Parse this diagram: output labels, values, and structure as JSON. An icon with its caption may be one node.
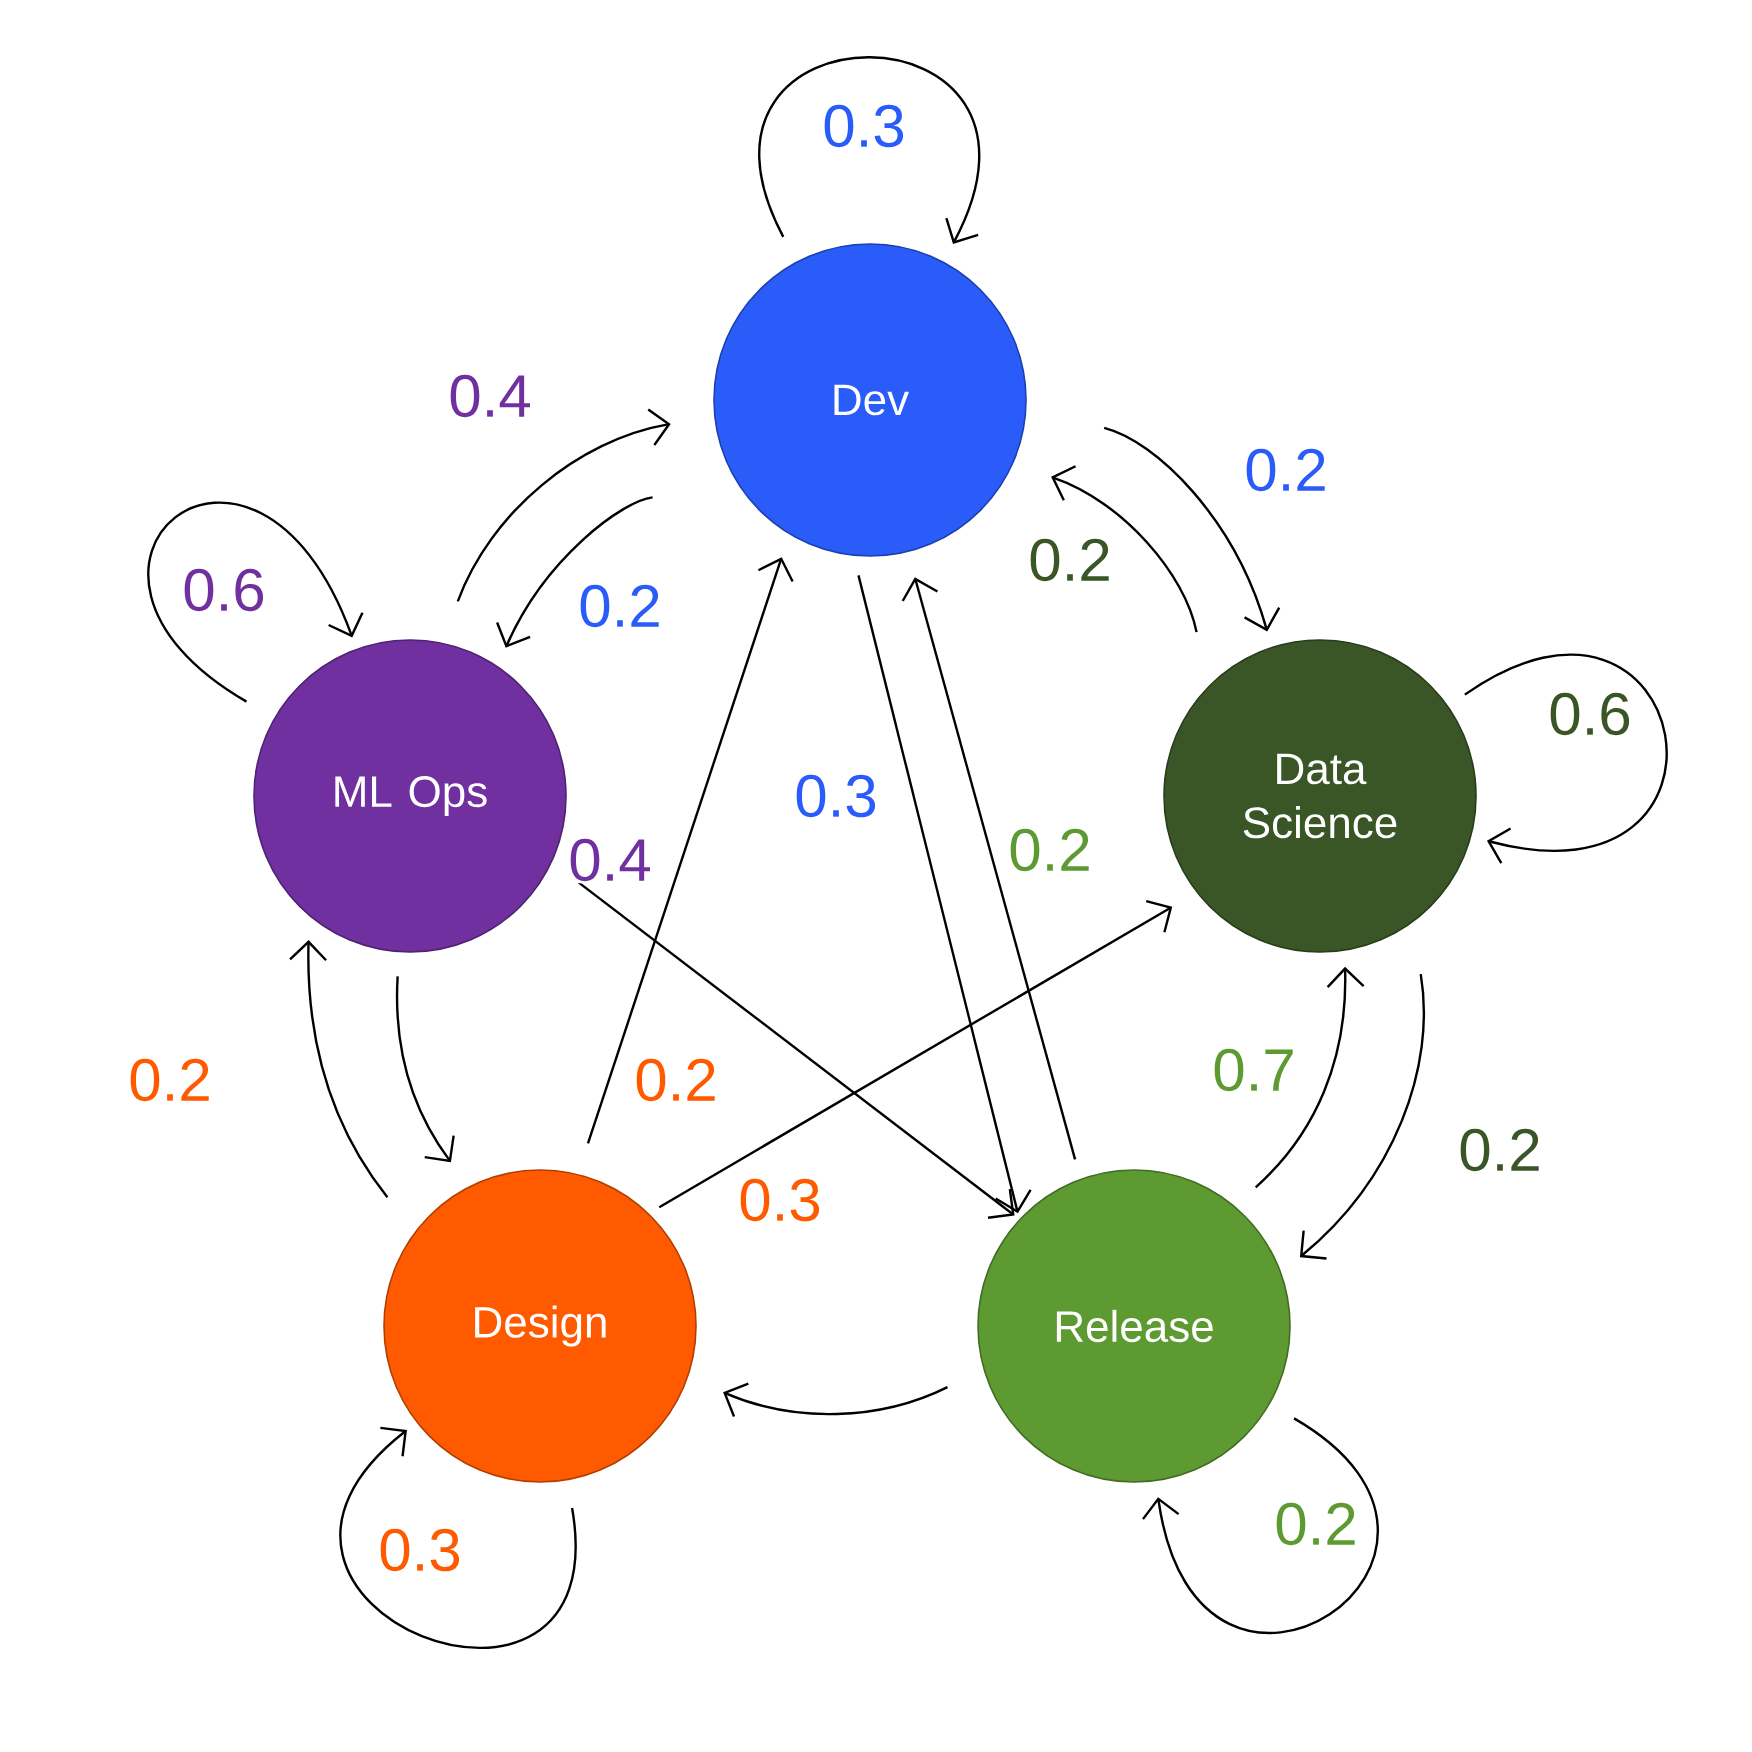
{
  "diagram": {
    "nodes": [
      {
        "text": [
          "Dev"
        ]
      },
      {
        "text": [
          "Data Science"
        ]
      },
      {
        "text": [
          "Release"
        ]
      },
      {
        "text": [
          "Design"
        ]
      },
      {
        "text": [
          "ML Ops"
        ]
      }
    ],
    "edges": [
      {
        "from": 0,
        "to": 0,
        "arrow": "to",
        "label": "0.3"
      },
      {
        "from": 0,
        "to": 1,
        "arrow": "to",
        "label": "0.2"
      },
      {
        "from": 1,
        "to": 0,
        "arrow": "to",
        "label": "0.2"
      },
      {
        "from": 1,
        "to": 1,
        "arrow": "to",
        "label": "0.6"
      },
      {
        "from": 1,
        "to": 2,
        "arrow": "to",
        "label": "0.2"
      },
      {
        "from": 2,
        "to": 1,
        "arrow": "to",
        "label": "0.7"
      },
      {
        "from": 2,
        "to": 2,
        "arrow": "to",
        "label": "0.2"
      },
      {
        "from": 2,
        "to": 3,
        "arrow": "to"
      },
      {
        "from": 2,
        "to": 0,
        "arrow": "to",
        "label": "0.2"
      },
      {
        "from": 0,
        "to": 2,
        "arrow": "to",
        "label": "0.3"
      },
      {
        "from": 3,
        "to": 3,
        "arrow": "to",
        "label": "0.3"
      },
      {
        "from": 3,
        "to": 4,
        "arrow": "to",
        "label": "0.2"
      },
      {
        "from": 3,
        "to": 0,
        "arrow": "to",
        "label": "0.2"
      },
      {
        "from": 3,
        "to": 1,
        "arrow": "to",
        "label": "0.3"
      },
      {
        "from": 4,
        "to": 4,
        "arrow": "to",
        "label": "0.6"
      },
      {
        "from": 4,
        "to": 0,
        "arrow": "to",
        "label": "0.4"
      },
      {
        "from": 0,
        "to": 4,
        "arrow": "to",
        "label": "0.2"
      },
      {
        "from": 4,
        "to": 3,
        "arrow": "to"
      },
      {
        "from": 4,
        "to": 2,
        "arrow": "to",
        "label": "0.4"
      }
    ]
  }
}
